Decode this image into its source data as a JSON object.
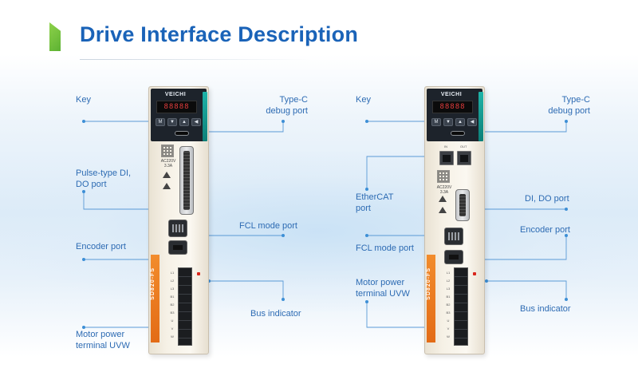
{
  "title": "Drive Interface Description",
  "drive_left": {
    "brand": "VEICHI",
    "display": "88888",
    "keys": [
      "M",
      "▼",
      "▲",
      "◀"
    ],
    "rating": "AC220V\n3.3A",
    "model": "SD820-FS"
  },
  "drive_right": {
    "brand": "VEICHI",
    "display": "88888",
    "keys": [
      "M",
      "▼",
      "▲",
      "◀"
    ],
    "rating": "AC220V\n3.3A",
    "model": "SD820-FS",
    "in_label": "IN",
    "out_label": "OUT"
  },
  "left_labels": {
    "key": "Key",
    "typec": "Type-C\ndebug port",
    "pulse": "Pulse-type DI,\nDO port",
    "fcl": "FCL mode port",
    "encoder": "Encoder port",
    "bus": "Bus indicator",
    "motor": "Motor power\nterminal UVW"
  },
  "right_labels": {
    "key": "Key",
    "typec": "Type-C\ndebug port",
    "ethercat": "EtherCAT\nport",
    "dido": "DI, DO port",
    "encoder": "Encoder port",
    "fcl": "FCL mode port",
    "motor": "Motor power\nterminal UVW",
    "bus": "Bus indicator"
  },
  "colors": {
    "title": "#1a63b8",
    "label": "#2d6bb3",
    "leader": "#3d8fd6",
    "accent_green": "#6cc03a",
    "drive_orange": "#ee7d22",
    "display_red": "#e43d3d"
  }
}
